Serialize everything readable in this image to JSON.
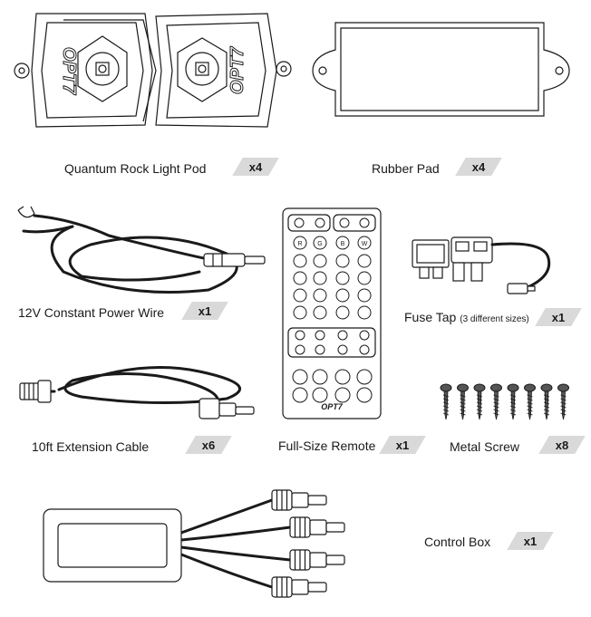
{
  "items": [
    {
      "name": "Quantum Rock Light Pod",
      "qty": "x4"
    },
    {
      "name": "Rubber Pad",
      "qty": "x4"
    },
    {
      "name": "12V Constant Power Wire",
      "qty": "x1"
    },
    {
      "name": "Fuse Tap",
      "note": "(3 different sizes)",
      "qty": "x1"
    },
    {
      "name": "10ft Extension Cable",
      "qty": "x6"
    },
    {
      "name": "Full-Size Remote",
      "qty": "x1"
    },
    {
      "name": "Metal Screw",
      "qty": "x8"
    },
    {
      "name": "Control Box",
      "qty": "x1"
    }
  ],
  "brand": "OPT7",
  "remote": {
    "color_buttons": [
      "R",
      "G",
      "B",
      "W"
    ]
  },
  "icons": [
    "light-pod-icon",
    "rubber-pad-icon",
    "power-wire-icon",
    "fuse-tap-icon",
    "extension-cable-icon",
    "remote-icon",
    "screw-icon",
    "control-box-icon"
  ]
}
